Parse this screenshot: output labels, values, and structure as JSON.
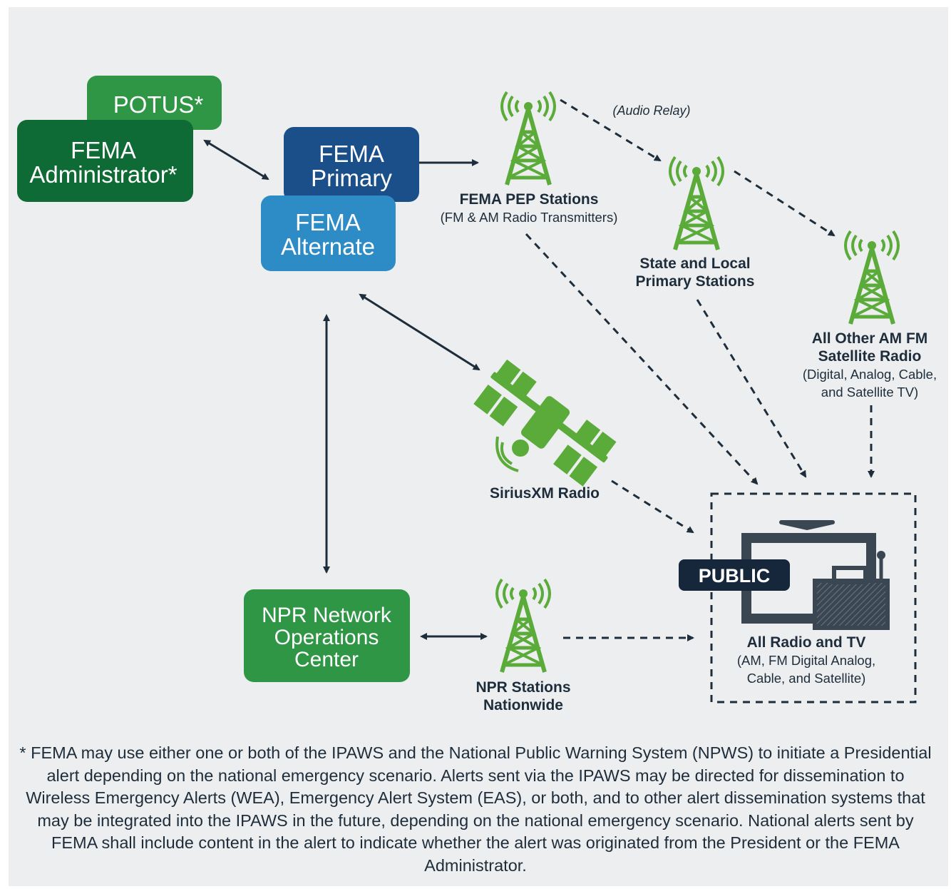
{
  "colors": {
    "dark_green": "#0f6b35",
    "mid_green": "#2f9646",
    "tower_green": "#5bab3a",
    "navy": "#1b4f8a",
    "blue": "#2d8cc6",
    "ink": "#1e2d3b",
    "public_badge": "#16263b",
    "background": "#edeeef"
  },
  "nodes": {
    "potus": "POTUS*",
    "fema_admin": [
      "FEMA",
      "Administrator*"
    ],
    "fema_primary": [
      "FEMA",
      "Primary"
    ],
    "fema_alternate": [
      "FEMA",
      "Alternate"
    ],
    "npr_noc": [
      "NPR Network",
      "Operations",
      "Center"
    ],
    "public_badge": "PUBLIC"
  },
  "labels": {
    "audio_relay": "(Audio Relay)",
    "pep_title": "FEMA PEP Stations",
    "pep_sub": "(FM & AM Radio Transmitters)",
    "state_local": [
      "State and Local",
      "Primary Stations"
    ],
    "all_other": [
      "All Other AM FM",
      "Satellite Radio"
    ],
    "all_other_sub": [
      "(Digital, Analog, Cable,",
      "and Satellite TV)"
    ],
    "siriusxm": "SiriusXM Radio",
    "npr_stations": [
      "NPR Stations",
      "Nationwide"
    ],
    "all_radio_tv": "All Radio and TV",
    "all_radio_tv_sub": [
      "(AM, FM Digital Analog,",
      "Cable, and Satellite)"
    ]
  },
  "icons": [
    "radio-tower-icon",
    "satellite-icon",
    "tv-radio-icon",
    "double-arrow-icon",
    "dashed-arrow-icon"
  ],
  "footnote": "* FEMA may use either one or both of the IPAWS and the National Public Warning System (NPWS) to initiate a Presidential alert depending on the national emergency scenario. Alerts sent via the IPAWS may be directed for dissemination to Wireless Emergency Alerts (WEA), Emergency Alert System (EAS), or both, and to other alert dissemination systems that may be integrated into the IPAWS in the future, depending on the national emergency scenario. National alerts sent by FEMA shall include content in the alert to indicate whether the alert was originated from the President or the FEMA Administrator."
}
